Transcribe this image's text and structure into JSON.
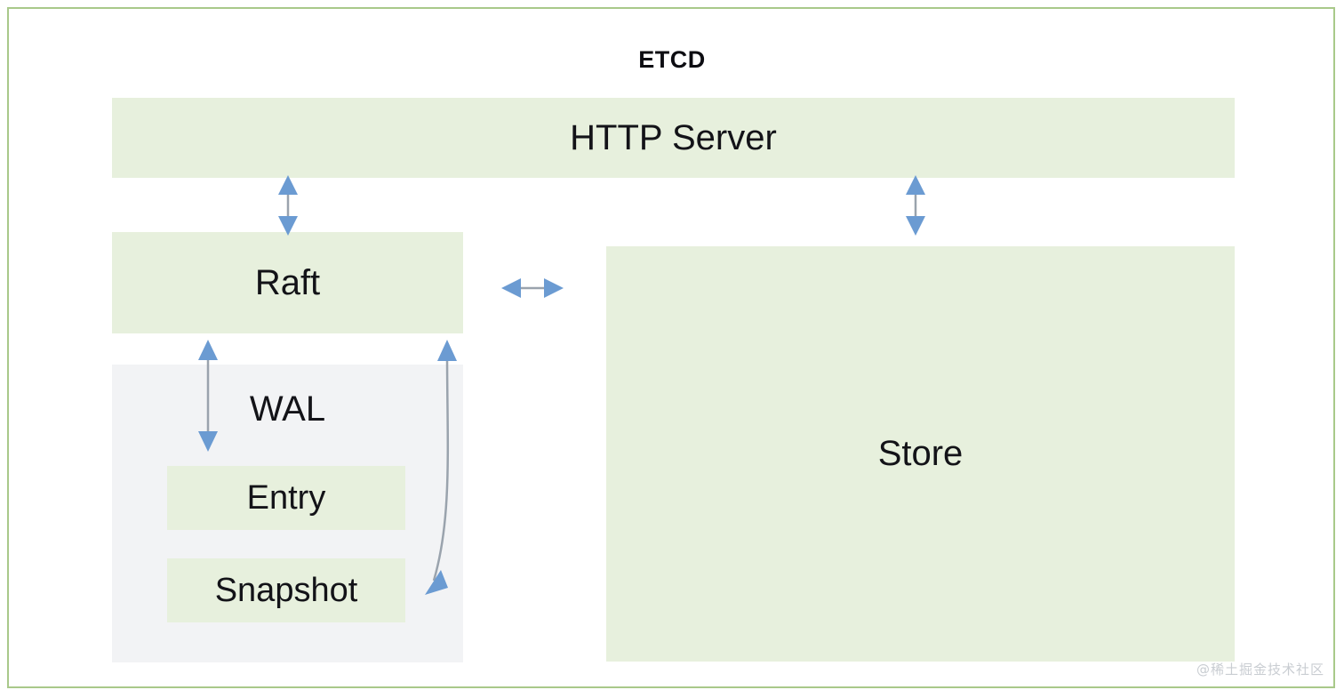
{
  "diagram": {
    "title": "ETCD",
    "type": "architecture-block-diagram",
    "colors": {
      "frame_border": "#a9c98a",
      "green_block": "#e7f0dd",
      "gray_block": "#f2f3f5",
      "arrow_fill": "#6b9bd2",
      "arrow_line": "#9aa3ad",
      "text": "#131318",
      "watermark": "#c9cdd2"
    },
    "blocks": [
      {
        "id": "http-server",
        "label": "HTTP Server",
        "style": "green"
      },
      {
        "id": "raft",
        "label": "Raft",
        "style": "green"
      },
      {
        "id": "wal",
        "label": "WAL",
        "style": "gray-container"
      },
      {
        "id": "entry",
        "label": "Entry",
        "style": "green"
      },
      {
        "id": "snapshot",
        "label": "Snapshot",
        "style": "green"
      },
      {
        "id": "store",
        "label": "Store",
        "style": "green"
      }
    ],
    "connectors": [
      {
        "id": "http-raft",
        "from": "http-server",
        "to": "raft",
        "orientation": "vertical",
        "heads": "both"
      },
      {
        "id": "http-store",
        "from": "http-server",
        "to": "store",
        "orientation": "vertical",
        "heads": "both"
      },
      {
        "id": "raft-store",
        "from": "raft",
        "to": "store",
        "orientation": "horizontal",
        "heads": "both"
      },
      {
        "id": "raft-entry",
        "from": "raft",
        "to": "entry",
        "orientation": "vertical",
        "heads": "both"
      },
      {
        "id": "raft-snapshot",
        "from": "raft",
        "to": "snapshot",
        "orientation": "vertical-curved",
        "heads": "both"
      }
    ]
  },
  "watermark": {
    "text": "@稀土掘金技术社区"
  }
}
